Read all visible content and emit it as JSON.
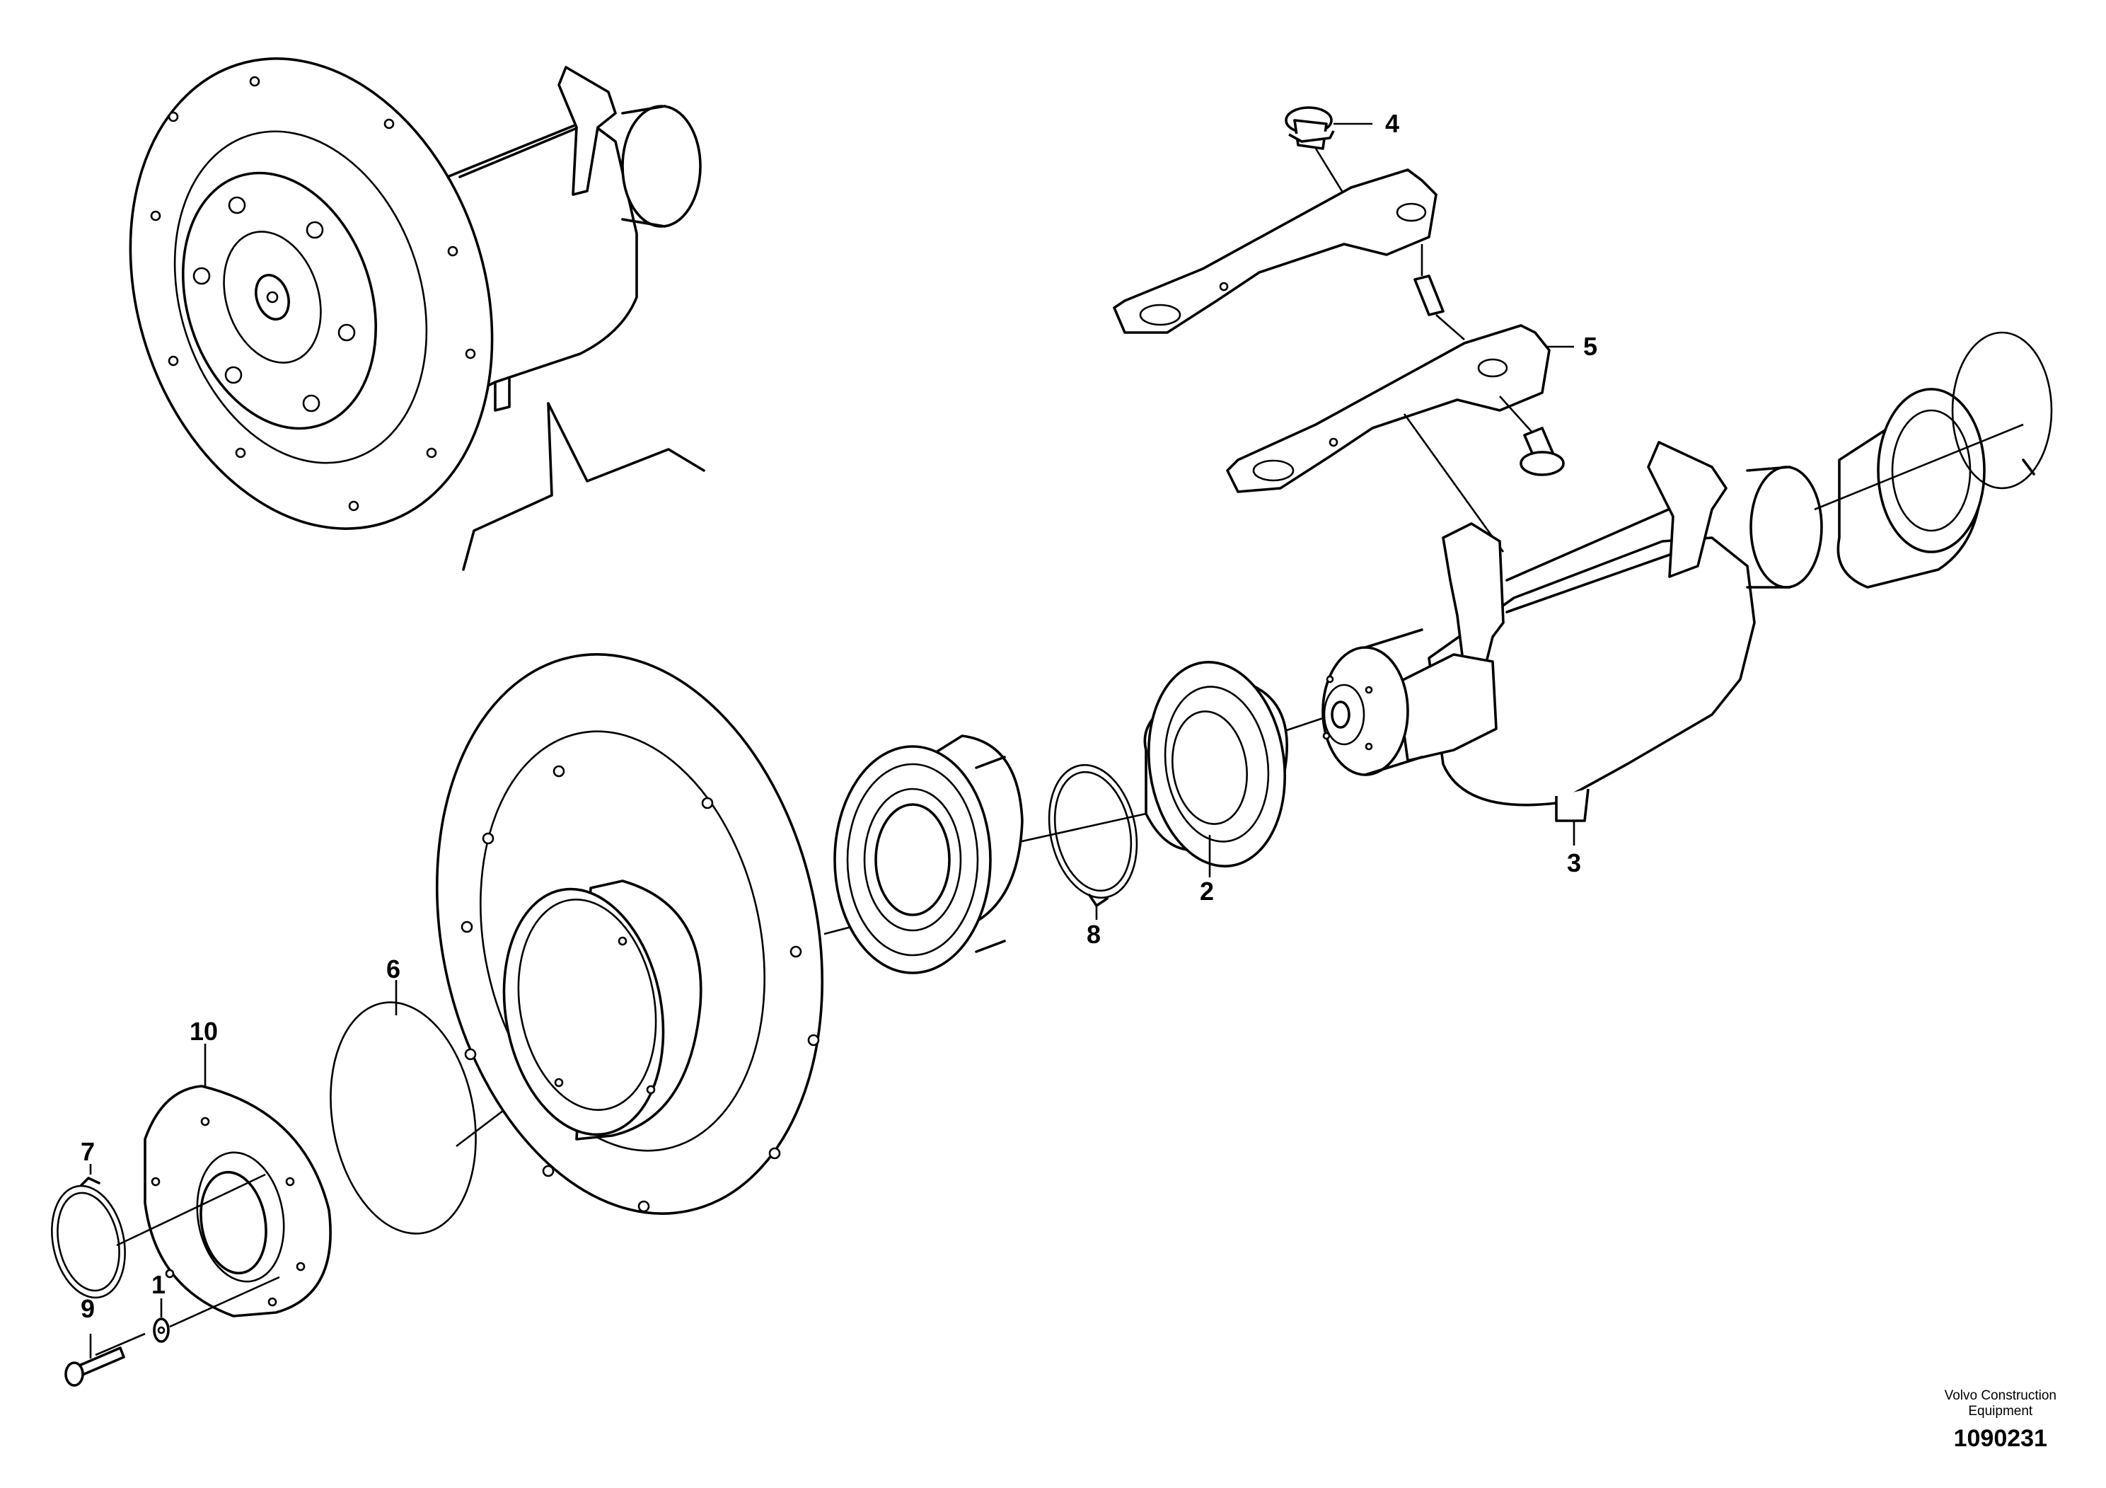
{
  "diagram": {
    "callouts": [
      "1",
      "2",
      "3",
      "4",
      "5",
      "6",
      "7",
      "8",
      "9",
      "10"
    ],
    "brand_line1": "Volvo Construction",
    "brand_line2": "Equipment",
    "image_code": "1090231"
  }
}
